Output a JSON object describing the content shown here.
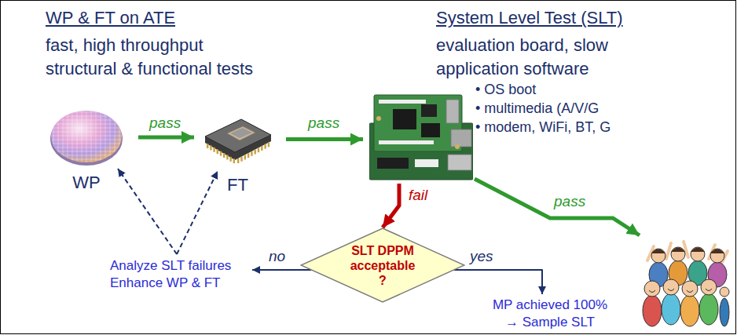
{
  "diagram": {
    "nodes": [
      {
        "text": [
          "WP"
        ]
      },
      {
        "text": [
          "FT"
        ]
      },
      {
        "text": [
          "System Level Test (SLT)",
          "evaluation board, slow application software",
          "• OS boot",
          "• multimedia (A/V/G",
          "• modem, WiFi, BT, G"
        ]
      },
      {
        "text": [
          "SLT DPPM acceptable ?"
        ]
      },
      {
        "text": [
          "Analyze SLT failures Enhance WP & FT"
        ]
      },
      {
        "text": [
          "MP achieved 100% → Sample SLT"
        ]
      }
    ],
    "edges": [
      {
        "from": 0,
        "to": 1,
        "label": "pass",
        "arrow": "to"
      },
      {
        "from": 1,
        "to": 2,
        "label": "pass",
        "arrow": "to"
      },
      {
        "from": 2,
        "to": 3,
        "label": "fail",
        "arrow": "to"
      },
      {
        "from": 3,
        "to": 4,
        "label": "no",
        "arrow": "to"
      },
      {
        "from": 3,
        "to": 5,
        "label": "yes",
        "arrow": "to"
      },
      {
        "from": 4,
        "to": 0,
        "arrow": "to"
      },
      {
        "from": 4,
        "to": 1,
        "arrow": "to"
      }
    ],
    "labels": [
      "WP & FT on ATE",
      "fast, high throughput structural & functional tests",
      "pass"
    ]
  }
}
